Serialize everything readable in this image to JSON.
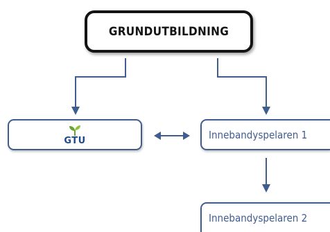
{
  "nodes": {
    "root": {
      "label": "GRUNDUTBILDNING"
    },
    "gtu": {
      "logo_text": "GTU",
      "logo_icon": "sprout-icon"
    },
    "inne1": {
      "label": "Innebandyspelaren 1"
    },
    "inne2": {
      "label": "Innebandyspelaren 2"
    }
  },
  "colors": {
    "root_border": "#141414",
    "node_border": "#3f5d8f",
    "connector": "#3f5d8f",
    "logo_blue": "#1e4a8c",
    "logo_green": "#6aa42e"
  },
  "edges": [
    {
      "from": "root",
      "to": "gtu",
      "kind": "arrow"
    },
    {
      "from": "root",
      "to": "inne1",
      "kind": "arrow"
    },
    {
      "from": "gtu",
      "to": "inne1",
      "kind": "double-arrow"
    },
    {
      "from": "inne1",
      "to": "inne2",
      "kind": "arrow"
    }
  ]
}
